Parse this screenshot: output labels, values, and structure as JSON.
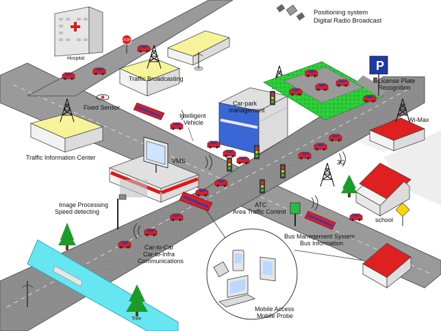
{
  "labels": {
    "positioning": [
      "Positioning system",
      "Digital Radio Broadcast"
    ],
    "hospital": "Hospital",
    "stop": "STOP",
    "traffic_broadcasting": "Traffic Broadcasting",
    "fixed_sensor": "Fixed Sensor",
    "intelligent_vehicle": [
      "Intelligent",
      "Vehicle"
    ],
    "car_park": [
      "Car-park",
      "management"
    ],
    "license_plate": [
      "License Plate",
      "Recognition"
    ],
    "parking_sign": "P",
    "wimax": "Wi-Max",
    "traffic_info_center": "Traffic Information Center",
    "vms": "VMS",
    "three_g": "3G",
    "image_processing": [
      "Image Processing",
      "Speed detecting"
    ],
    "atc": [
      "ATC",
      "Area Traffic Control"
    ],
    "school": "school",
    "bus_management": [
      "Bus Management System",
      "Bus Information"
    ],
    "car_to_car": [
      "Car-to-Car",
      "Car-to-Infra",
      "Communications"
    ],
    "mobile_access": [
      "Mobile Access",
      "Mobile Probe"
    ],
    "tree": "Tree"
  }
}
